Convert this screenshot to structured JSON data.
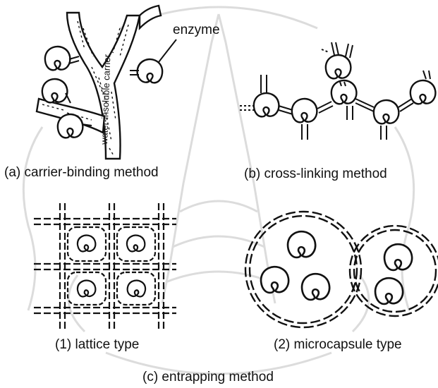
{
  "watermark": {
    "description_text": "",
    "color": "#cfcfcf"
  },
  "labels": {
    "carrier_text": "water-insoluble carrier",
    "enzyme": "enzyme",
    "caption_a": "(a) carrier-binding method",
    "caption_b": "(b) cross-linking method",
    "caption_1": "(1) lattice type",
    "caption_2": "(2) microcapsule type",
    "caption_c": "(c) entrapping method"
  },
  "colors": {
    "ink": "#111111",
    "background": "#ffffff"
  }
}
